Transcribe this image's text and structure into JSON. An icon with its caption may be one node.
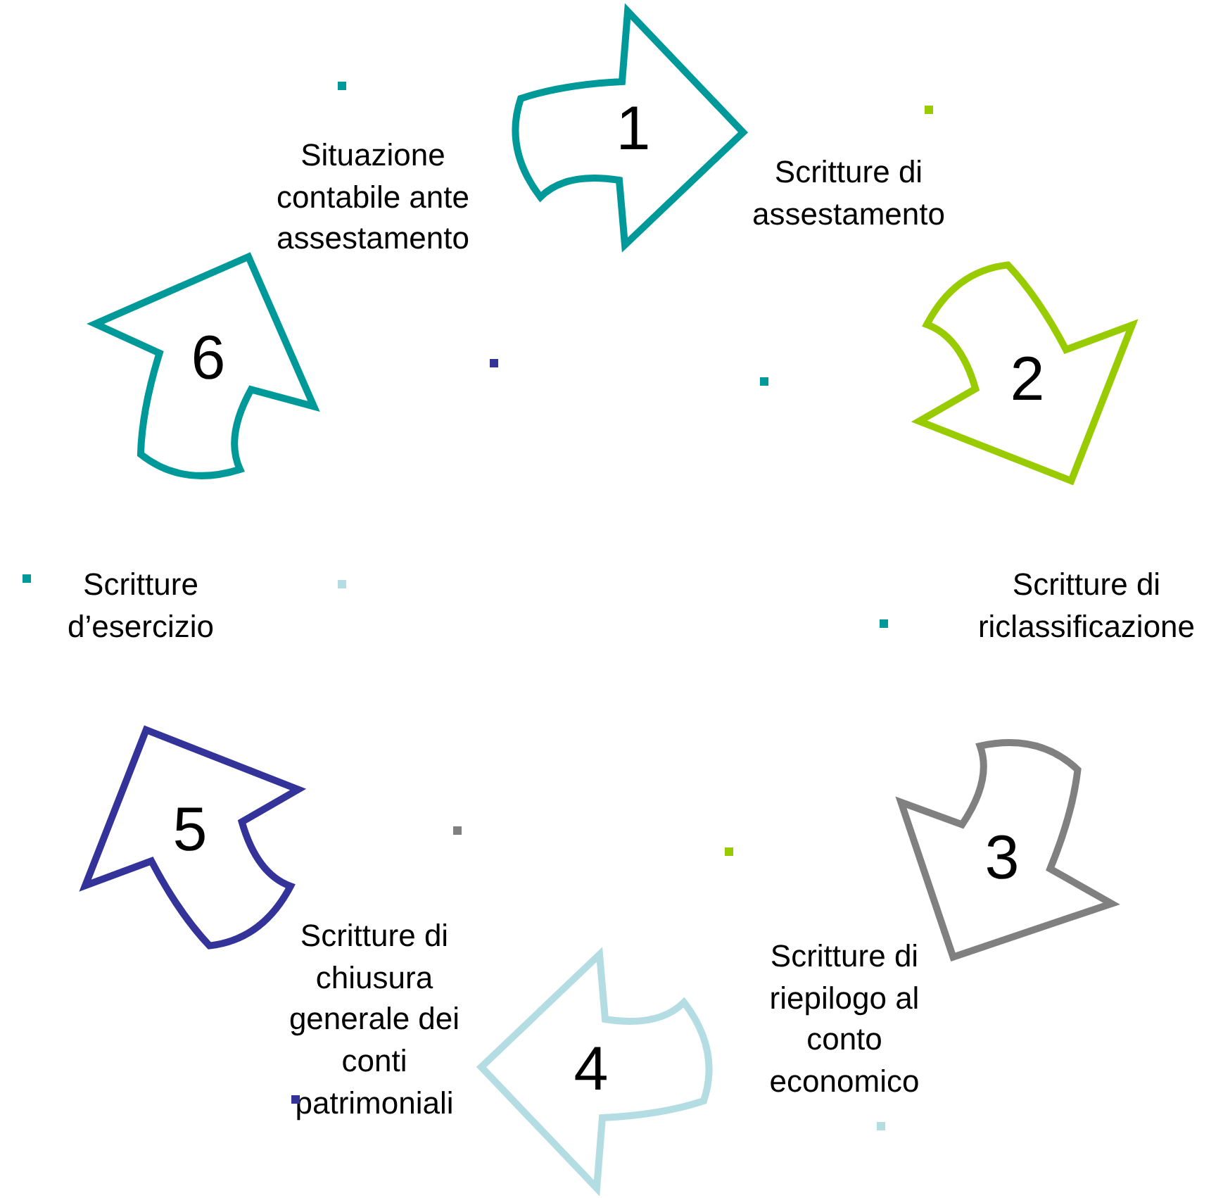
{
  "diagram": {
    "nodes": [
      {
        "text": [
          "1"
        ]
      },
      {
        "text": [
          "2"
        ]
      },
      {
        "text": [
          "3"
        ]
      },
      {
        "text": [
          "4"
        ]
      },
      {
        "text": [
          "5"
        ]
      },
      {
        "text": [
          "6"
        ]
      }
    ],
    "labels": [
      "Situazione contabile ante assestamento",
      "Scritture di assestamento",
      "Scritture d’esercizio",
      "Scritture di riclassificazione",
      "Scritture di chiusura generale dei conti patrimoniali",
      "Scritture di riepilogo al conto economico"
    ]
  }
}
